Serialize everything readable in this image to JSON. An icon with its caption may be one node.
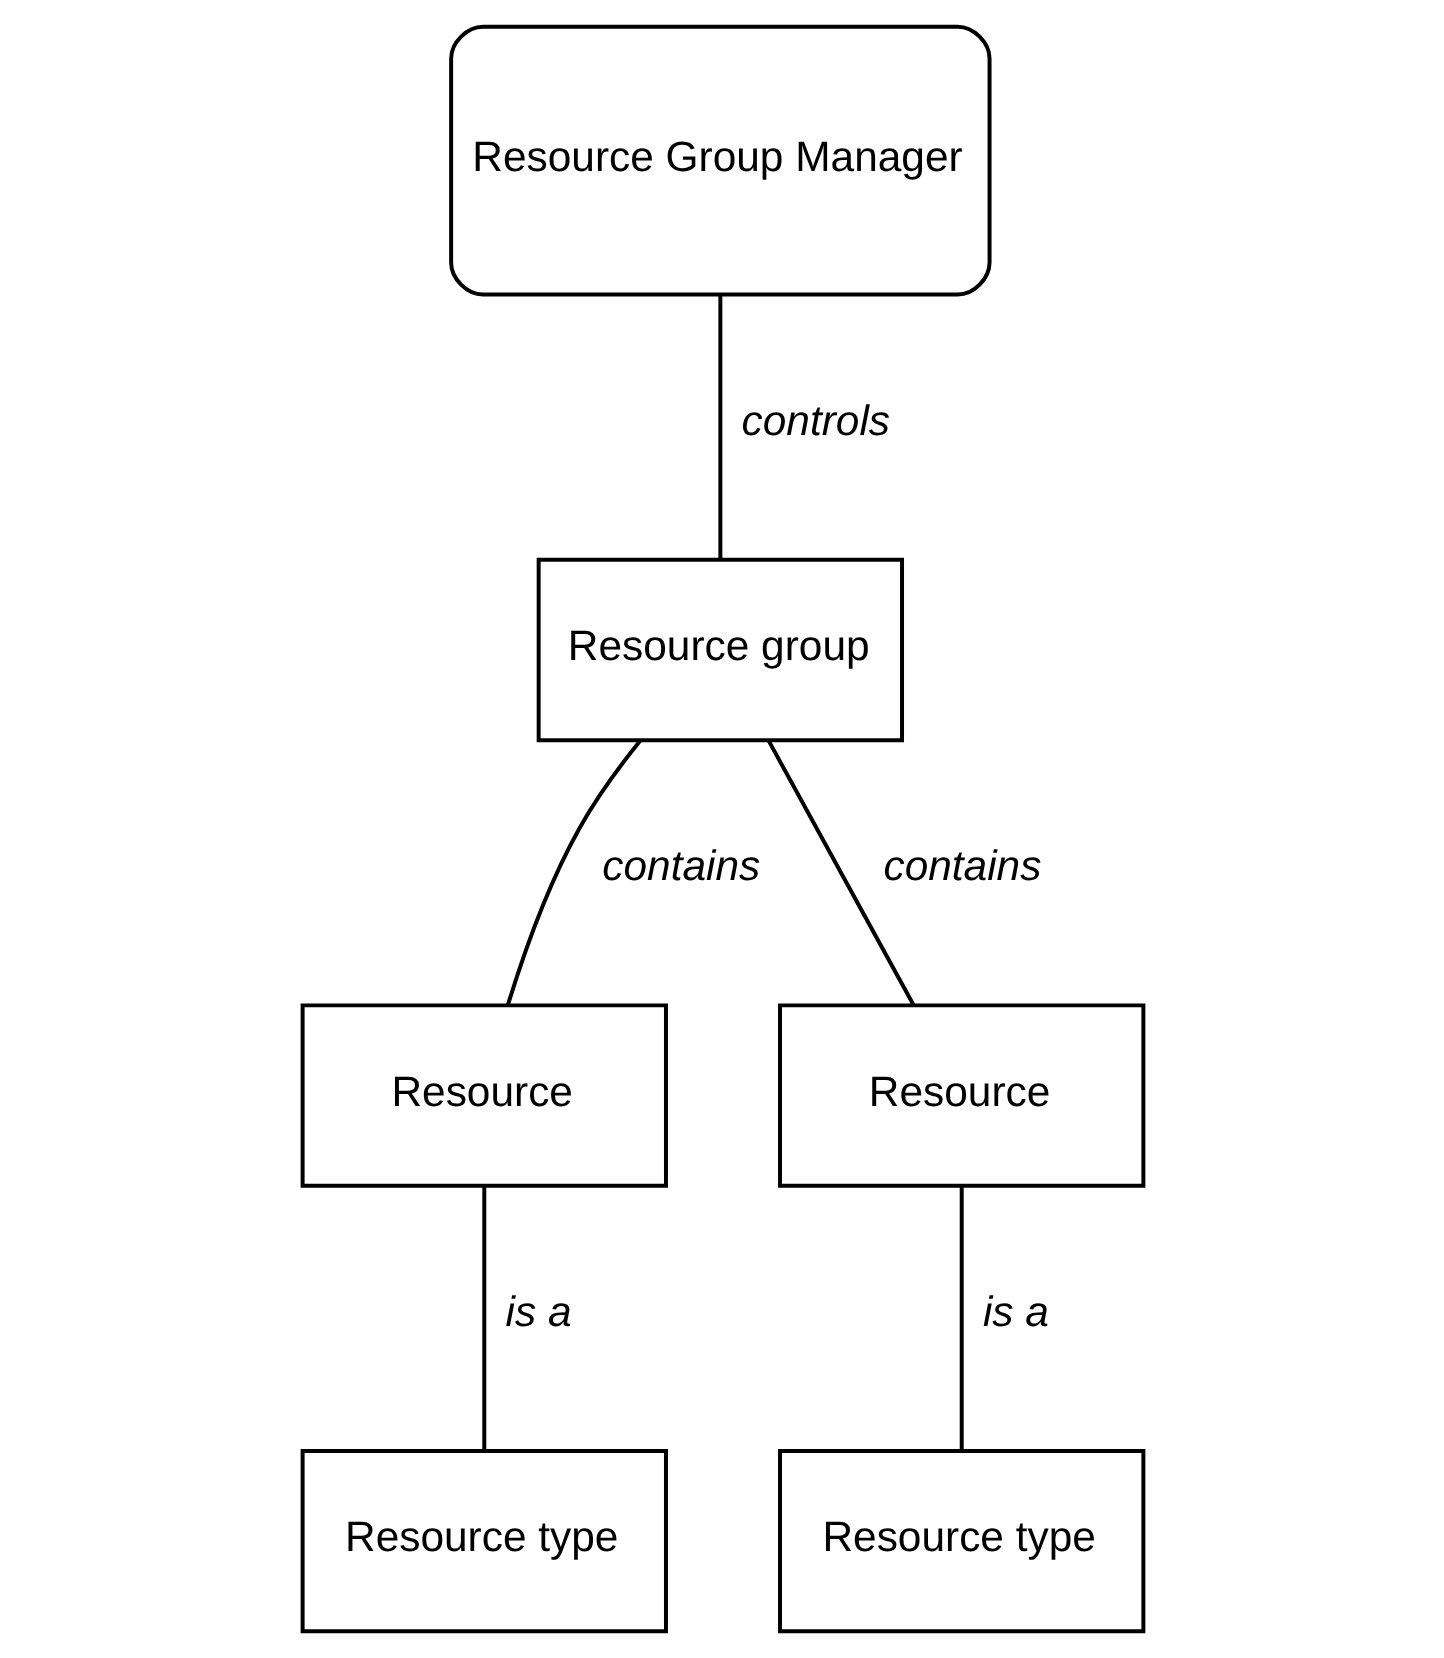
{
  "diagram": {
    "nodes": [
      {
        "text": [
          "Resource Group Manager"
        ]
      },
      {
        "text": [
          "Resource group"
        ]
      },
      {
        "text": [
          "Resource"
        ]
      },
      {
        "text": [
          "Resource"
        ]
      },
      {
        "text": [
          "Resource type"
        ]
      },
      {
        "text": [
          "Resource type"
        ]
      }
    ],
    "edges": [
      {
        "from": 0,
        "to": 1,
        "arrow": "none",
        "label": "controls"
      },
      {
        "from": 1,
        "to": 2,
        "arrow": "none",
        "label": "contains"
      },
      {
        "from": 1,
        "to": 3,
        "arrow": "none",
        "label": "contains"
      },
      {
        "from": 2,
        "to": 4,
        "arrow": "none",
        "label": "is a"
      },
      {
        "from": 3,
        "to": 5,
        "arrow": "none",
        "label": "is a"
      }
    ]
  }
}
